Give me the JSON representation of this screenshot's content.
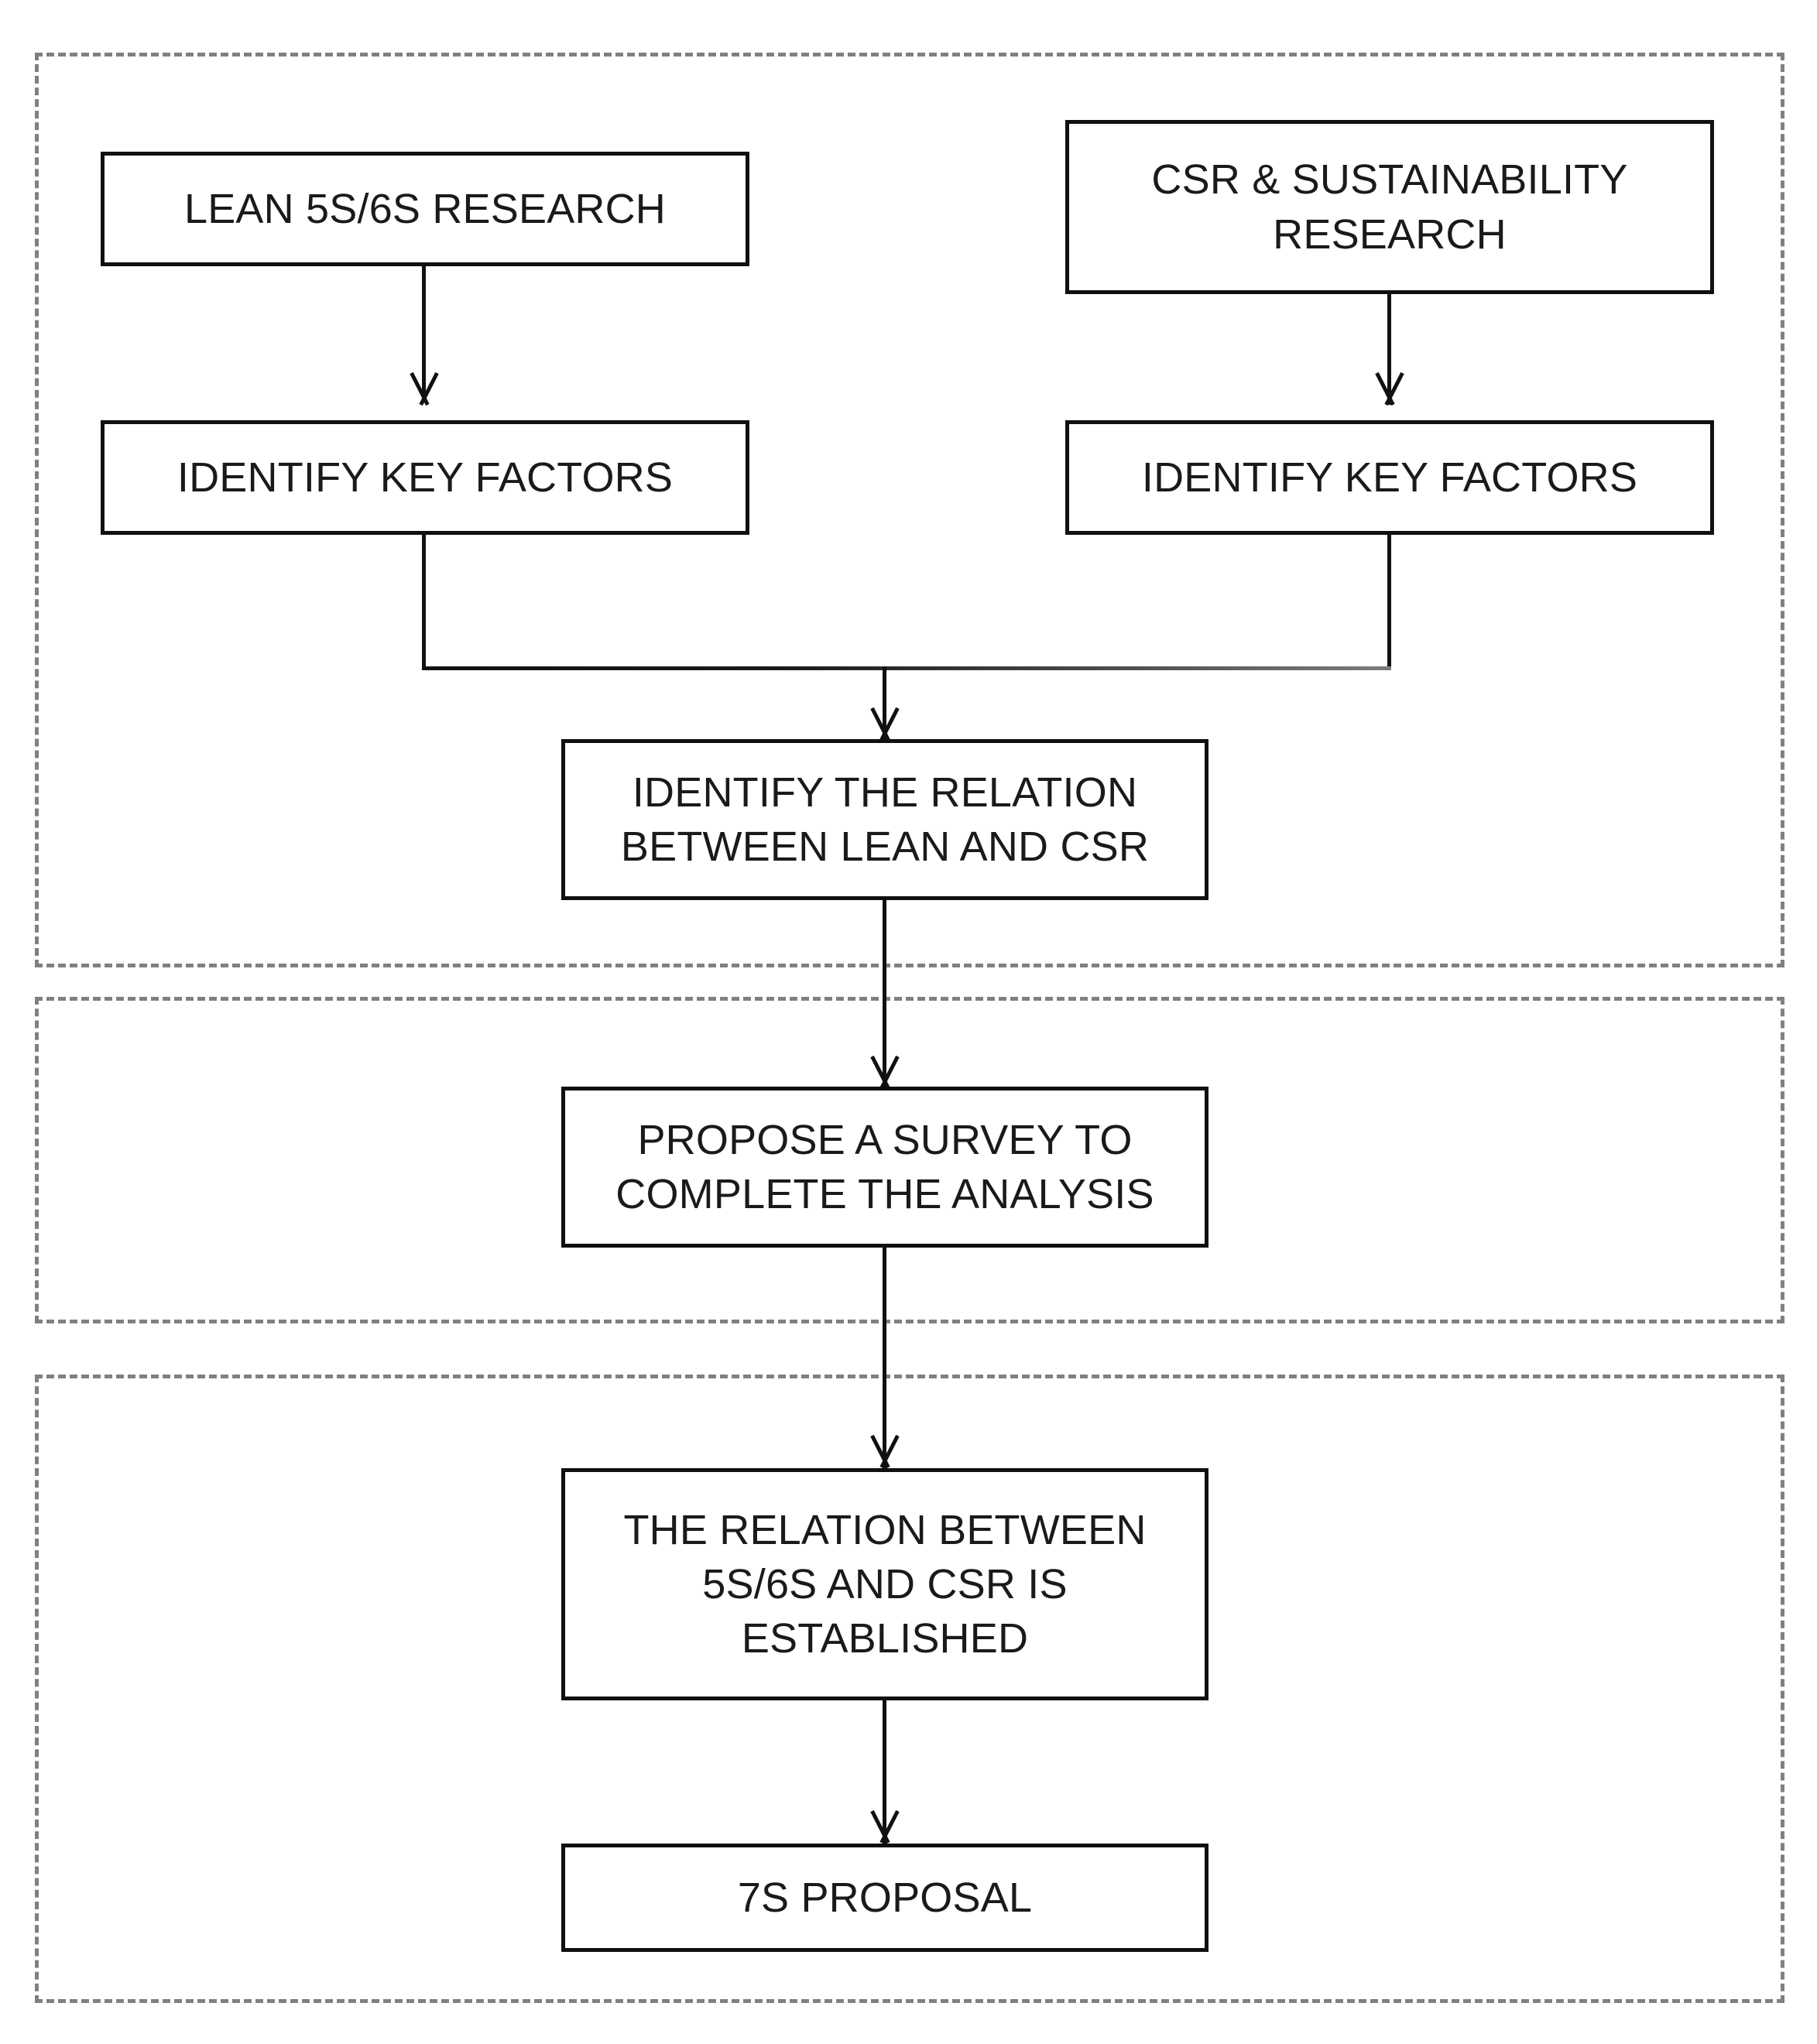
{
  "diagram": {
    "type": "flowchart",
    "title": "",
    "orientation": "top-to-bottom",
    "colors": {
      "node_border": "#101010",
      "node_fill": "#ffffff",
      "phase_border": "#808080",
      "connector": "#111111",
      "text": "#1a1a1a",
      "background": "#ffffff"
    },
    "phases": [
      {
        "id": "phase-1",
        "label": ""
      },
      {
        "id": "phase-2",
        "label": ""
      },
      {
        "id": "phase-3",
        "label": ""
      }
    ],
    "nodes": [
      {
        "id": "lean-research",
        "lines": [
          "LEAN 5S/6S RESEARCH"
        ]
      },
      {
        "id": "csr-research",
        "lines": [
          "CSR & SUSTAINABILITY",
          "RESEARCH"
        ]
      },
      {
        "id": "identify-left",
        "lines": [
          "IDENTIFY KEY FACTORS"
        ]
      },
      {
        "id": "identify-right",
        "lines": [
          "IDENTIFY KEY FACTORS"
        ]
      },
      {
        "id": "identify-relation",
        "lines": [
          "IDENTIFY THE RELATION",
          "BETWEEN LEAN AND CSR"
        ]
      },
      {
        "id": "propose-survey",
        "lines": [
          "PROPOSE A SURVEY TO",
          "COMPLETE THE ANALYSIS"
        ]
      },
      {
        "id": "relation-established",
        "lines": [
          "THE RELATION BETWEEN",
          "5S/6S AND CSR IS",
          "ESTABLISHED"
        ]
      },
      {
        "id": "seven-s-proposal",
        "lines": [
          "7S PROPOSAL"
        ]
      }
    ],
    "edges": [
      {
        "from": "lean-research",
        "to": "identify-left"
      },
      {
        "from": "csr-research",
        "to": "identify-right"
      },
      {
        "from": "identify-left",
        "to": "identify-relation"
      },
      {
        "from": "identify-right",
        "to": "identify-relation"
      },
      {
        "from": "identify-relation",
        "to": "propose-survey"
      },
      {
        "from": "propose-survey",
        "to": "relation-established"
      },
      {
        "from": "relation-established",
        "to": "seven-s-proposal"
      }
    ]
  },
  "nodes_text": {
    "lean_research_l1": "LEAN 5S/6S RESEARCH",
    "csr_research_l1": "CSR & SUSTAINABILITY",
    "csr_research_l2": "RESEARCH",
    "identify_left_l1": "IDENTIFY KEY FACTORS",
    "identify_right_l1": "IDENTIFY KEY FACTORS",
    "identify_relation_l1": "IDENTIFY THE RELATION",
    "identify_relation_l2": "BETWEEN LEAN AND CSR",
    "propose_survey_l1": "PROPOSE A SURVEY TO",
    "propose_survey_l2": "COMPLETE THE ANALYSIS",
    "relation_established_l1": "THE RELATION BETWEEN",
    "relation_established_l2": "5S/6S AND CSR IS",
    "relation_established_l3": "ESTABLISHED",
    "seven_s_proposal_l1": "7S PROPOSAL"
  }
}
